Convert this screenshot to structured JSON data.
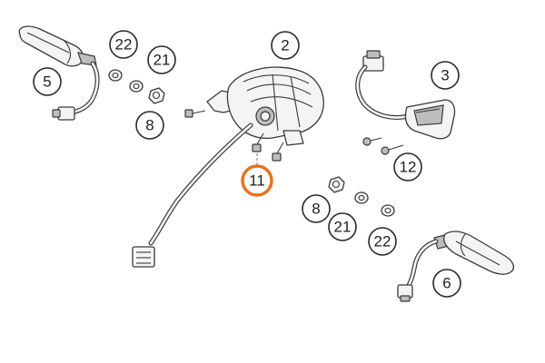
{
  "highlight_color": "#e8731f",
  "callouts": {
    "c5": "5",
    "c22a": "22",
    "c21a": "21",
    "c8a": "8",
    "c2": "2",
    "c3": "3",
    "c11": "11",
    "c12": "12",
    "c8b": "8",
    "c21b": "21",
    "c22b": "22",
    "c6": "6"
  }
}
